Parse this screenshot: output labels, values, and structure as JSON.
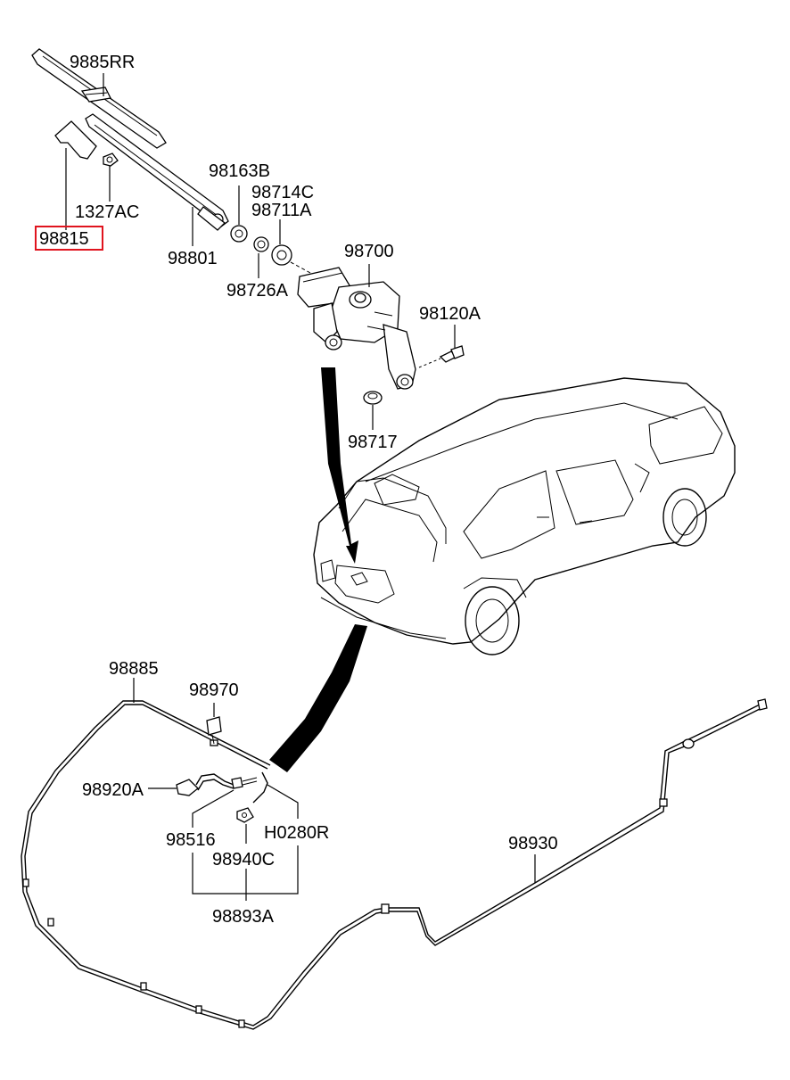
{
  "colors": {
    "highlight": "#e0141e",
    "ink": "#000000"
  },
  "parts": [
    {
      "id": "p-9885RR",
      "number": "9885RR"
    },
    {
      "id": "p-98815",
      "number": "98815",
      "highlighted": true
    },
    {
      "id": "p-1327AC",
      "number": "1327AC"
    },
    {
      "id": "p-98801",
      "number": "98801"
    },
    {
      "id": "p-98163B",
      "number": "98163B"
    },
    {
      "id": "p-98714C",
      "number": "98714C"
    },
    {
      "id": "p-98711A",
      "number": "98711A"
    },
    {
      "id": "p-98726A",
      "number": "98726A"
    },
    {
      "id": "p-98700",
      "number": "98700"
    },
    {
      "id": "p-98120A",
      "number": "98120A"
    },
    {
      "id": "p-98717",
      "number": "98717"
    },
    {
      "id": "p-98885",
      "number": "98885"
    },
    {
      "id": "p-98970",
      "number": "98970"
    },
    {
      "id": "p-98920A",
      "number": "98920A"
    },
    {
      "id": "p-98516",
      "number": "98516"
    },
    {
      "id": "p-H0280R",
      "number": "H0280R"
    },
    {
      "id": "p-98940C",
      "number": "98940C"
    },
    {
      "id": "p-98893A",
      "number": "98893A"
    },
    {
      "id": "p-98930",
      "number": "98930"
    }
  ]
}
